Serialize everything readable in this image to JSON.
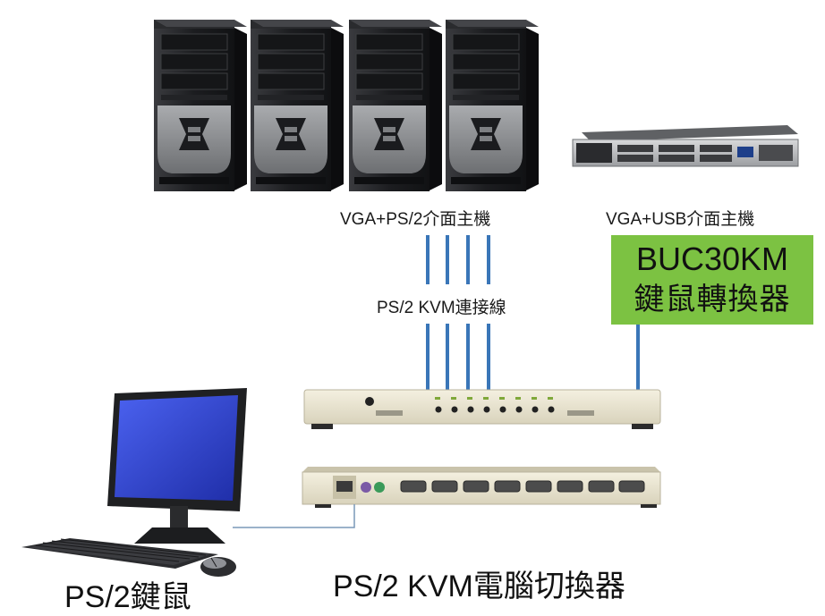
{
  "labels": {
    "vga_ps2_hosts": "VGA+PS/2介面主機",
    "vga_usb_host": "VGA+USB介面主機",
    "ps2_kvm_cable": "PS/2 KVM連接線",
    "converter_model": "BUC30KM",
    "converter_name": "鍵鼠轉換器",
    "keyboard_mouse": "PS/2鍵鼠",
    "kvm_switch": "PS/2 KVM電腦切換器"
  },
  "colors": {
    "cable_blue": "#3a76b8",
    "converter_green": "#7cc242",
    "case_black": "#1e1f22",
    "case_silver": "#8a8c8f",
    "kvm_beige": "#ece7d3",
    "monitor_screen": "#2d3fd0"
  },
  "icons": {
    "tower": "tower-pc-icon",
    "server": "rack-server-icon",
    "kvm": "kvm-switch-icon",
    "monitor": "monitor-icon",
    "keyboard": "keyboard-icon",
    "mouse": "mouse-icon"
  }
}
